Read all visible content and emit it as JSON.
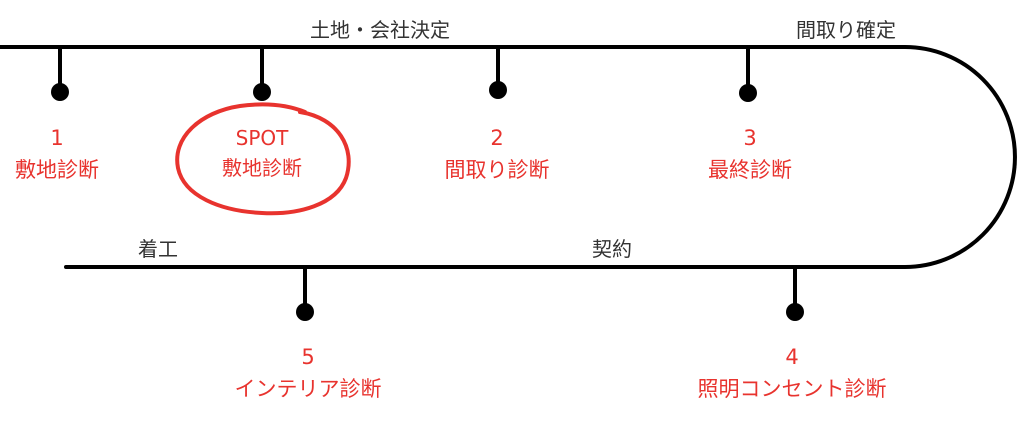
{
  "colors": {
    "line": "#000000",
    "accent": "#e8332e",
    "label": "#333333"
  },
  "phases": {
    "land_company": "土地・会社決定",
    "floor_plan": "間取り確定",
    "construction": "着工",
    "contract": "契約"
  },
  "steps": [
    {
      "number": "1",
      "name": "敷地診断"
    },
    {
      "number": "SPOT",
      "name": "敷地診断",
      "highlighted": true
    },
    {
      "number": "2",
      "name": "間取り診断"
    },
    {
      "number": "3",
      "name": "最終診断"
    },
    {
      "number": "4",
      "name": "照明コンセント診断"
    },
    {
      "number": "5",
      "name": "インテリア診断"
    }
  ]
}
